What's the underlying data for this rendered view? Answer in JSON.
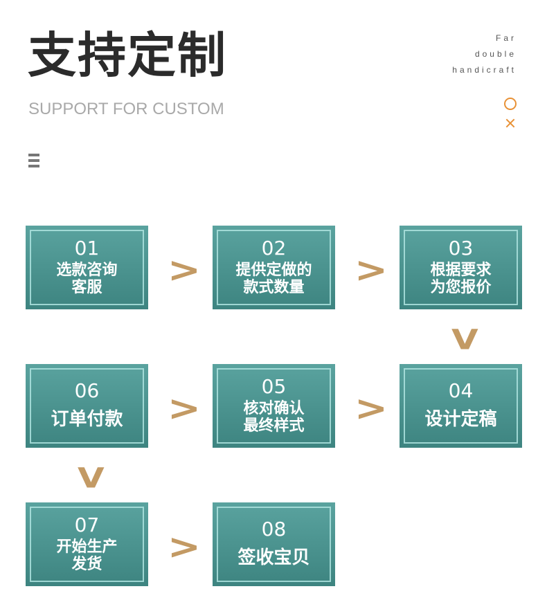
{
  "header": {
    "title": "支持定制",
    "subtitle": "SUPPORT FOR CUSTOM",
    "tagline": [
      "Far",
      "double",
      "handicraft"
    ]
  },
  "icons": {
    "circle": "circle-icon",
    "cross": "x-icon",
    "menu": "menu-icon",
    "accent_color": "#e89135"
  },
  "steps": [
    {
      "num": "01",
      "lines": [
        "选款咨询",
        "客服"
      ]
    },
    {
      "num": "02",
      "lines": [
        "提供定做的",
        "款式数量"
      ]
    },
    {
      "num": "03",
      "lines": [
        "根据要求",
        "为您报价"
      ]
    },
    {
      "num": "04",
      "lines": [
        "设计定稿"
      ]
    },
    {
      "num": "05",
      "lines": [
        "核对确认",
        "最终样式"
      ]
    },
    {
      "num": "06",
      "lines": [
        "订单付款"
      ]
    },
    {
      "num": "07",
      "lines": [
        "开始生产",
        "发货"
      ]
    },
    {
      "num": "08",
      "lines": [
        "签收宝贝"
      ]
    }
  ],
  "colors": {
    "box": "#4a928e",
    "arrow": "#c39a64"
  },
  "arrows": {
    "right": ">",
    "down": "V"
  }
}
